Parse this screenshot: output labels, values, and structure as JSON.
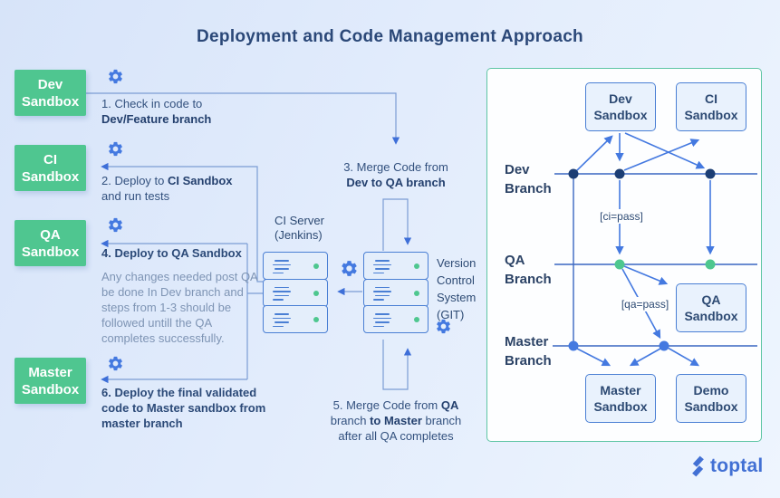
{
  "title": "Deployment and Code Management Approach",
  "colors": {
    "sandbox_green": "#4fc690",
    "arrow_blue": "#4479e0",
    "navy_text": "#2d4a73",
    "panel_border": "#5ec5a4",
    "server_fill": "#e4eefb",
    "brand_blue": "#4270d4"
  },
  "icons": {
    "gear": "gear-icon",
    "server": "server-stack-icon",
    "brand_mark": "toptal-logo-icon"
  },
  "left": {
    "sandboxes": [
      {
        "line1": "Dev",
        "line2": "Sandbox"
      },
      {
        "line1": "CI",
        "line2": "Sandbox"
      },
      {
        "line1": "QA",
        "line2": "Sandbox"
      },
      {
        "line1": "Master",
        "line2": "Sandbox"
      }
    ],
    "step1": {
      "text": "1. Check in code to",
      "bold": "Dev/Feature branch"
    },
    "step2": {
      "pre": "2. Deploy to ",
      "bold": "CI Sandbox",
      "line2": "and run tests"
    },
    "step3": {
      "line1": "3. Merge Code from",
      "bold": "Dev to QA branch"
    },
    "step4": {
      "title": "4. Deploy to QA Sandbox",
      "note": "Any changes needed post QA be done In Dev branch and steps from 1-3 should be followed untill the QA completes successfully."
    },
    "step5": {
      "l1a": "5. Merge Code from ",
      "l1b": "QA",
      "l2a": "branch ",
      "l2b": "to Master",
      "l2c": " branch",
      "l3": "after all QA completes"
    },
    "step6": {
      "text": "6. Deploy the final validated code to Master sandbox from master branch"
    },
    "ci_server": {
      "line1": "CI Server",
      "line2": "(Jenkins)"
    },
    "vcs": {
      "line1": "Version",
      "line2": "Control",
      "line3": "System",
      "line4": "(GIT)"
    }
  },
  "right": {
    "boxes": {
      "dev": {
        "line1": "Dev",
        "line2": "Sandbox"
      },
      "ci": {
        "line1": "CI",
        "line2": "Sandbox"
      },
      "qa": {
        "line1": "QA",
        "line2": "Sandbox"
      },
      "master": {
        "line1": "Master",
        "line2": "Sandbox"
      },
      "demo": {
        "line1": "Demo",
        "line2": "Sandbox"
      }
    },
    "branches": {
      "dev": {
        "line1": "Dev",
        "line2": "Branch"
      },
      "qa": {
        "line1": "QA",
        "line2": "Branch"
      },
      "master": {
        "line1": "Master",
        "line2": "Branch"
      }
    },
    "ci_pass": "[ci=pass]",
    "qa_pass": "[qa=pass]"
  },
  "footer": {
    "brand": "toptal"
  }
}
